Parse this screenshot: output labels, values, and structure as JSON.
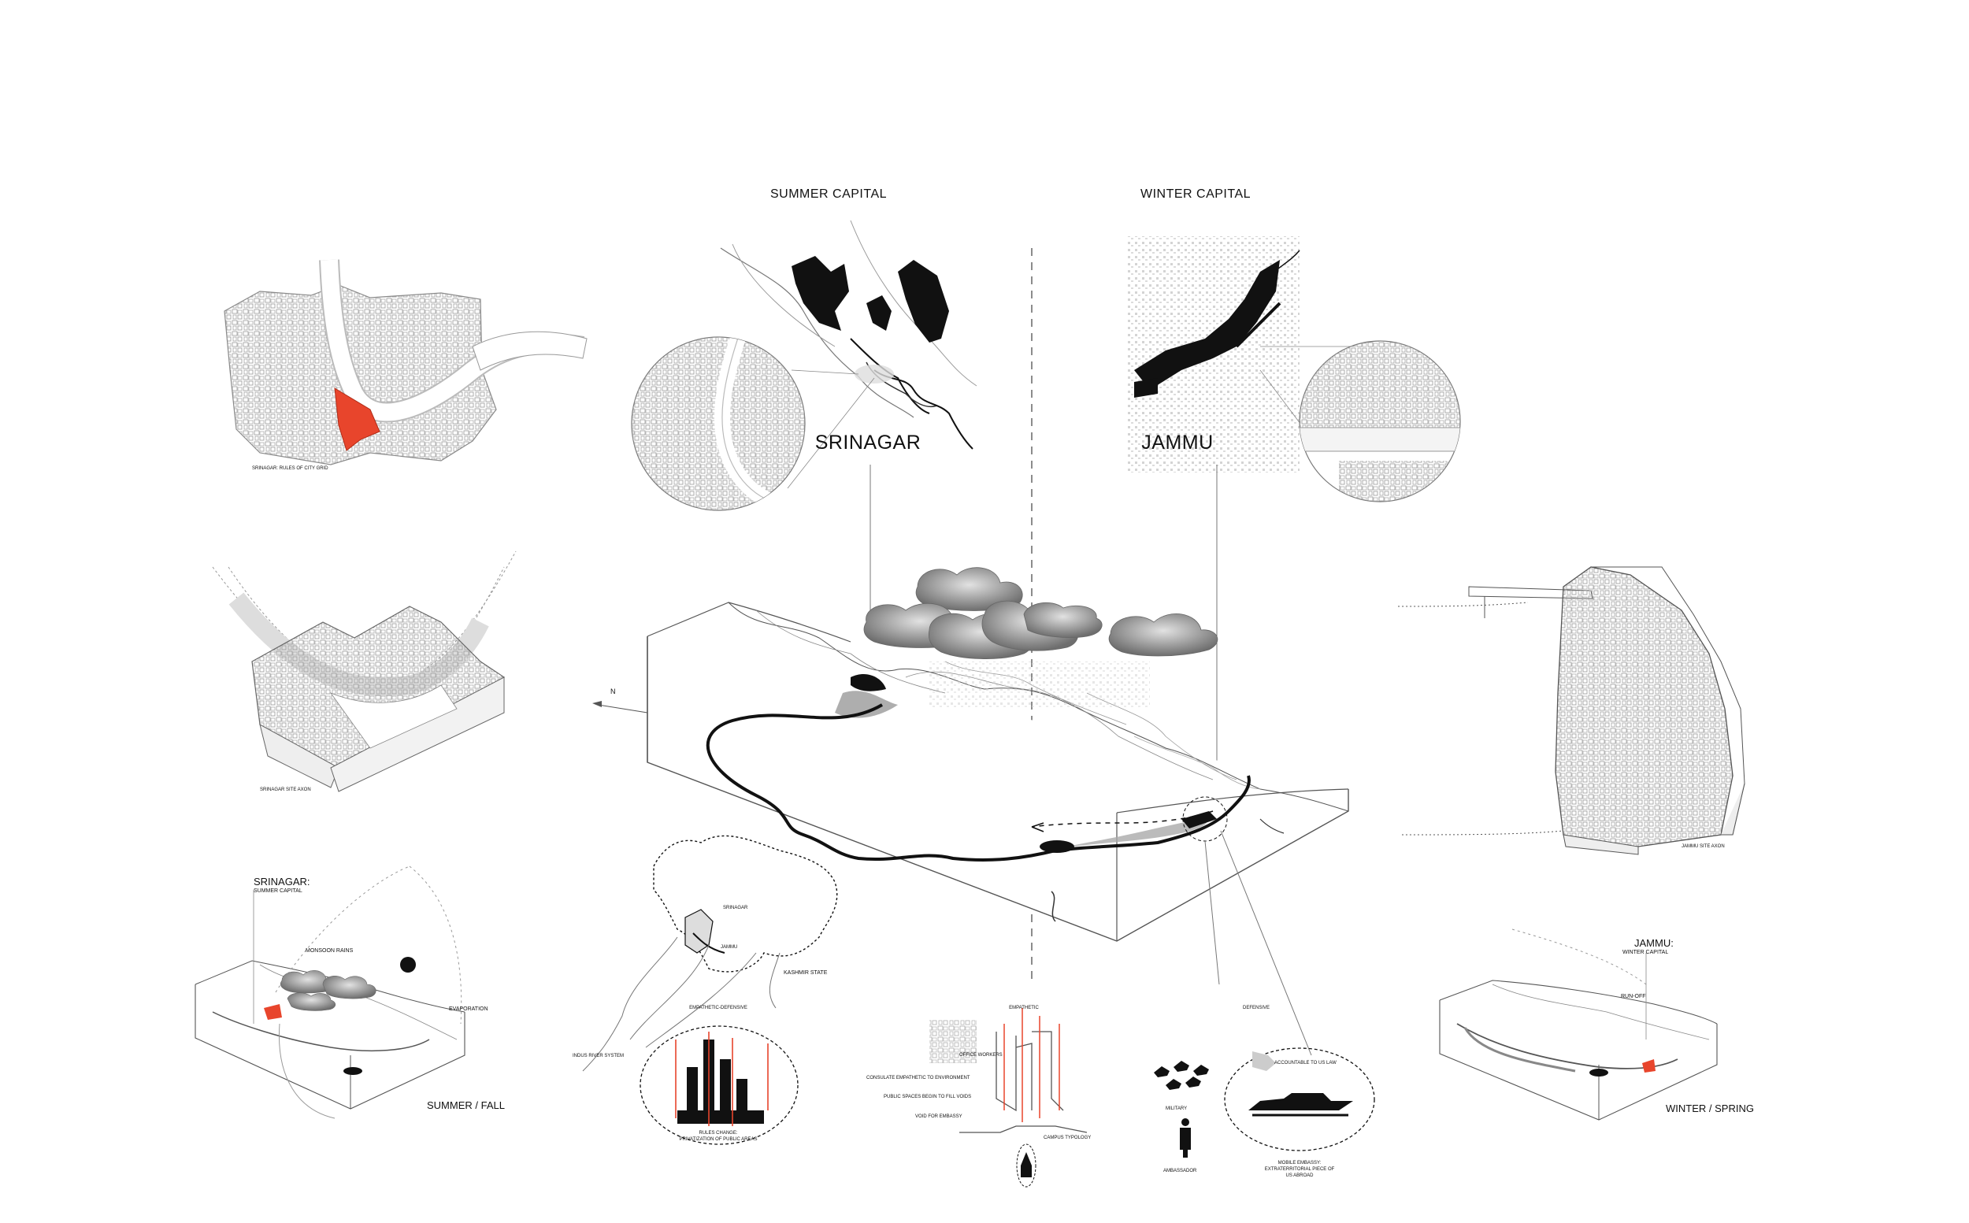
{
  "capitals": {
    "summer_label": "SUMMER CAPITAL",
    "winter_label": "WINTER CAPITAL",
    "srinagar": "SRINAGAR",
    "jammu": "JAMMU"
  },
  "captions": {
    "srinagar_grid": "SRINAGAR: RULES OF CITY GRID",
    "srinagar_site": "SRINAGAR SITE AXON",
    "jammu_site": "JAMMU SITE AXON"
  },
  "north_arrow": "N",
  "seasons": {
    "left_title_1": "SRINAGAR:",
    "left_title_2": "SUMMER CAPITAL",
    "monsoon": "MONSOON RAINS",
    "evaporation": "EVAPORATION",
    "left_season": "SUMMER / FALL",
    "right_title_1": "JAMMU:",
    "right_title_2": "WINTER CAPITAL",
    "runoff": "RUN-OFF",
    "right_season": "WINTER / SPRING"
  },
  "kashmir_map": {
    "srinagar": "SRINAGAR",
    "jammu": "JAMMU",
    "state": "KASHMIR STATE",
    "river": "INDUS RIVER SYSTEM"
  },
  "diagrams": {
    "empathetic_defensive": "EMPATHETIC-DEFENSIVE",
    "rules_change_1": "RULES CHANGE:",
    "rules_change_2": "PRIVATIZATION OF PUBLIC AREAS",
    "empathetic": "EMPATHETIC",
    "office_workers": "OFFICE WORKERS",
    "consulate": "CONSULATE EMPATHETIC TO ENVIRONMENT",
    "public_spaces": "PUBLIC SPACES BEGIN TO FILL VOIDS",
    "void": "VOID FOR EMBASSY",
    "campus": "CAMPUS TYPOLOGY",
    "defensive": "DEFENSIVE",
    "accountable": "ACCOUNTABLE TO US LAW",
    "military": "MILITARY",
    "ambassador": "AMBASSADOR",
    "mobile_1": "MOBILE EMBASSY:",
    "mobile_2": "EXTRATERRITORIAL PIECE OF",
    "mobile_3": "US ABROAD"
  },
  "colors": {
    "ink": "#111111",
    "line": "#555555",
    "light": "#bdbdbd",
    "accent": "#e8452c",
    "cloud": "#8a8a8a"
  },
  "icons": {
    "north": "arrow-left-icon",
    "sun": "filled-circle-icon",
    "boat": "boat-icon",
    "cloud": "cloud-icon"
  }
}
